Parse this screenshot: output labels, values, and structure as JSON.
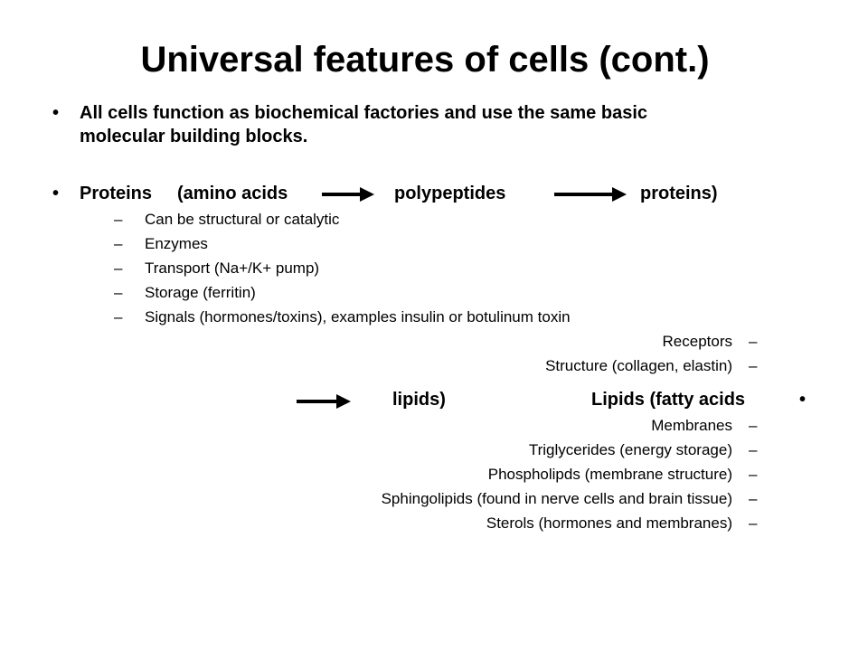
{
  "title": "Universal features of cells (cont.)",
  "bullet1": {
    "marker": "•",
    "line1": "All cells function as biochemical factories and use the same basic",
    "line2": "molecular building blocks."
  },
  "bullet2": {
    "marker": "•",
    "p1": "Proteins",
    "p2": "(amino acids",
    "p3": "polypeptides",
    "p4": "proteins)"
  },
  "protein_items": [
    {
      "dash": "–",
      "text": "Can be structural or catalytic"
    },
    {
      "dash": "–",
      "text": "Enzymes"
    },
    {
      "dash": "–",
      "text": "Transport (Na+/K+ pump)"
    },
    {
      "dash": "–",
      "text": "Storage (ferritin)"
    },
    {
      "dash": "–",
      "text": "Signals (hormones/toxins), examples insulin or botulinum toxin"
    },
    {
      "dash": "–",
      "text": "Receptors"
    },
    {
      "dash": "–",
      "text": "Structure (collagen, elastin)"
    }
  ],
  "bullet3": {
    "marker": "•",
    "p1": "lipids)",
    "p2": "Lipids (fatty acids"
  },
  "lipid_items": [
    {
      "dash": "–",
      "text": "Membranes"
    },
    {
      "dash": "–",
      "text": "Triglycerides (energy storage)"
    },
    {
      "dash": "–",
      "text": "Phospholipds (membrane structure)"
    },
    {
      "dash": "–",
      "text": "Sphingolipids (found in nerve cells and brain tissue)"
    },
    {
      "dash": "–",
      "text": "Sterols (hormones and membranes)"
    }
  ]
}
